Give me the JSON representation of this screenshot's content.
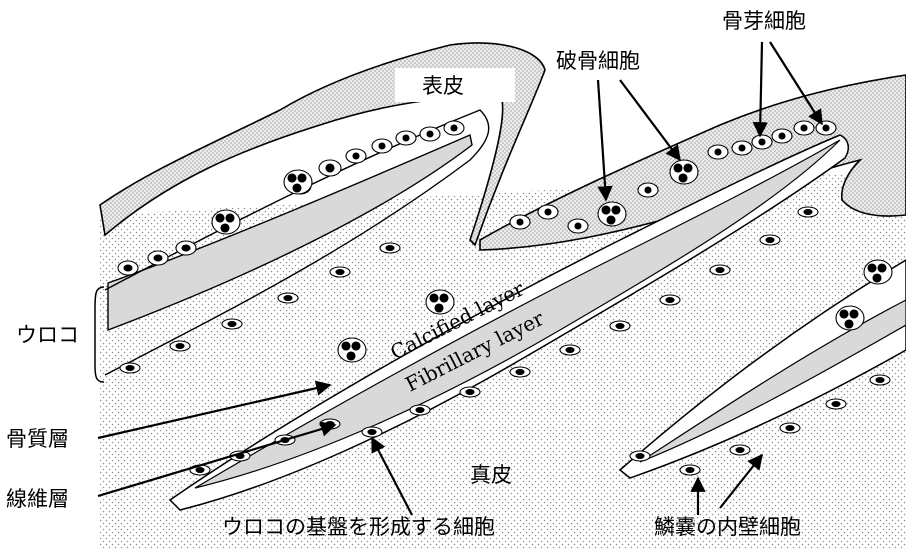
{
  "labels": {
    "epidermis": "表皮",
    "osteoblast": "骨芽細胞",
    "osteoclast": "破骨細胞",
    "scale": "ウロコ",
    "bone_layer": "骨質層",
    "fiber_layer": "線維層",
    "dermis": "真皮",
    "basal_cells": "ウロコの基盤を形成する細胞",
    "pocket_cells": "鱗嚢の内壁細胞",
    "calcified_layer": "Calcified layer",
    "fibrillary_layer": "Fibrillary layer"
  },
  "colors": {
    "stroke": "#000000",
    "dot_fill": "#8c8c8c",
    "layer_fill": "#d9d9d9",
    "background": "#ffffff"
  }
}
